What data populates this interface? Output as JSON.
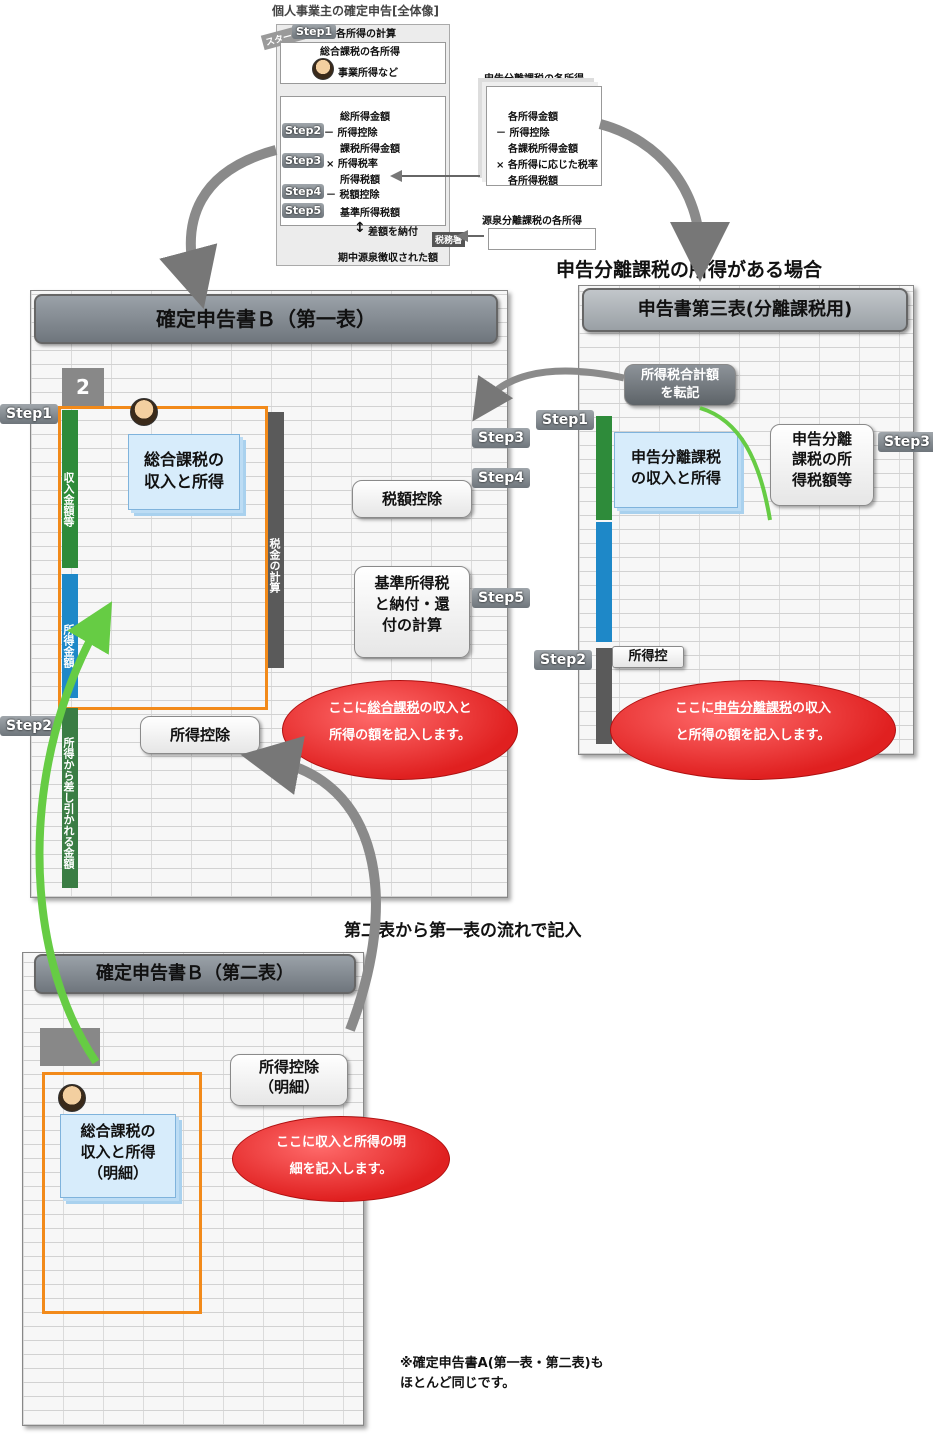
{
  "overview": {
    "title": "個人事業主の確定申告[全体像]",
    "start_label": "スタート",
    "step1_label": "Step1",
    "line1": "各所得の計算",
    "line2": "総合課税の各所得",
    "line3": "事業所得など",
    "line4": "総所得金額",
    "step2_label": "Step2",
    "line5": "－ 所得控除",
    "line6": "課税所得金額",
    "step3_label": "Step3",
    "line7": "× 所得税率",
    "line8": "所得税額",
    "step4_label": "Step4",
    "line9": "－ 税額控除",
    "step5_label": "Step5",
    "line10": "基準所得税額",
    "line11": "差額を納付",
    "line12": "期中源泉徴収された額",
    "sep_title": "申告分離課税の各所得",
    "sep1": "各所得金額",
    "sep2": "－ 所得控除",
    "sep3": "各課税所得金額",
    "sep4": "× 各所得に応じた税率",
    "sep5": "各所得税額",
    "withholding_title": "源泉分離課税の各所得",
    "tax_office": "税務署"
  },
  "case_label": "申告分離課税の所得がある場合",
  "form1": {
    "title": "確定申告書Ｂ（第一表）",
    "box_number": "2",
    "card": "総合課税の\n収入と所得",
    "tax_credit": "税額控除",
    "base_tax": "基準所得税\nと納付・還\n付の計算",
    "deduction": "所得控除",
    "bubble_pre": "ここに",
    "bubble_em": "総合課税",
    "bubble_post": "の収入と\n所得の額を記入します。",
    "strip_income": "収入金額等",
    "strip_shotoku": "所得金額",
    "strip_deduct": "所得から差し引かれる金額",
    "strip_tax": "税金の計算",
    "step1": "Step1",
    "step2": "Step2",
    "step3": "Step3",
    "step4": "Step4",
    "step5": "Step5"
  },
  "form3": {
    "title": "申告書第三表(分離課税用)",
    "transfer": "所得税合計額\nを転記",
    "card": "申告分離課税\nの収入と所得",
    "sep_tax": "申告分離\n課税の所\n得税額等",
    "tag_shotoku": "所得控",
    "bubble_pre": "ここに",
    "bubble_em": "申告分離課税",
    "bubble_post": "の収入\nと所得の額を記入します。",
    "step1": "Step1",
    "step2": "Step2",
    "step3": "Step3"
  },
  "flow_text": "第二表から第一表の流れで記入",
  "form2": {
    "title": "確定申告書Ｂ（第二表）",
    "deduction_detail": "所得控除\n（明細）",
    "card": "総合課税の\n収入と所得\n（明細）",
    "bubble": "ここに収入と所得の明\n細を記入します。"
  },
  "footnote": "※確定申告書A(第一表・第二表)も\nほとんど同じです。"
}
